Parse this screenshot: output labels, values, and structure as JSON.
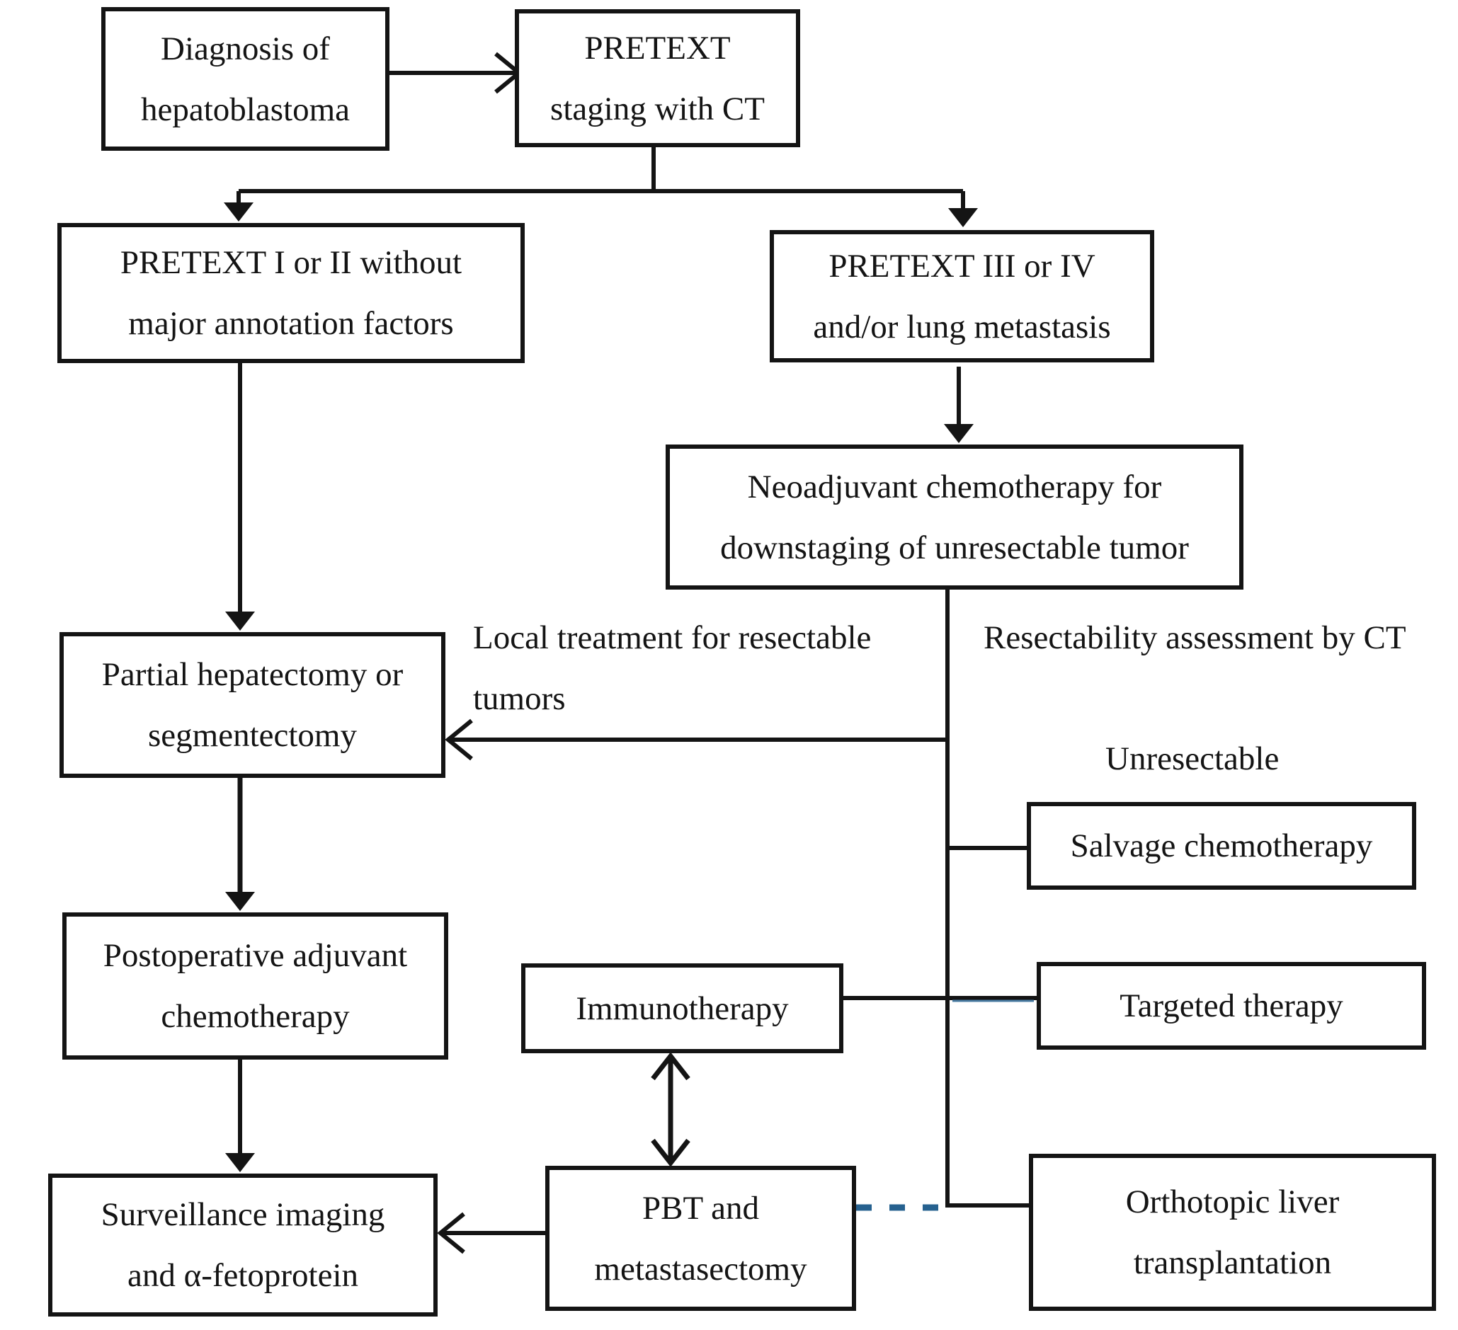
{
  "colors": {
    "line": "#141414",
    "dashed_connector": "#26618f",
    "background": "#ffffff"
  },
  "boxes": [
    {
      "id": "diagnosis",
      "lines": [
        "Diagnosis of",
        "hepatoblastoma"
      ]
    },
    {
      "id": "staging",
      "lines": [
        "PRETEXT",
        "staging with CT"
      ]
    },
    {
      "id": "pretext12",
      "lines": [
        "PRETEXT I or II without",
        "major annotation factors"
      ]
    },
    {
      "id": "pretext34",
      "lines": [
        "PRETEXT III or IV",
        "and/or lung metastasis"
      ]
    },
    {
      "id": "neoadjuvant",
      "lines": [
        "Neoadjuvant chemotherapy for",
        "downstaging of unresectable tumor"
      ]
    },
    {
      "id": "partial",
      "lines": [
        "Partial hepatectomy or",
        "segmentectomy"
      ]
    },
    {
      "id": "postop",
      "lines": [
        "Postoperative adjuvant",
        "chemotherapy"
      ]
    },
    {
      "id": "surveillance",
      "lines": [
        "Surveillance imaging",
        "and α-fetoprotein"
      ]
    },
    {
      "id": "immunotherapy",
      "lines": [
        "Immunotherapy"
      ]
    },
    {
      "id": "pbt",
      "lines": [
        "PBT and",
        "metastasectomy"
      ]
    },
    {
      "id": "salvage",
      "lines": [
        "Salvage chemotherapy"
      ]
    },
    {
      "id": "targeted",
      "lines": [
        "Targeted therapy"
      ]
    },
    {
      "id": "orthotopic",
      "lines": [
        "Orthotopic liver",
        "transplantation"
      ]
    }
  ],
  "labels": [
    {
      "id": "local",
      "lines": [
        "Local treatment for resectable",
        "tumors"
      ]
    },
    {
      "id": "resectability",
      "lines": [
        "Resectability assessment by CT"
      ]
    },
    {
      "id": "unresectable",
      "lines": [
        "Unresectable"
      ]
    }
  ]
}
